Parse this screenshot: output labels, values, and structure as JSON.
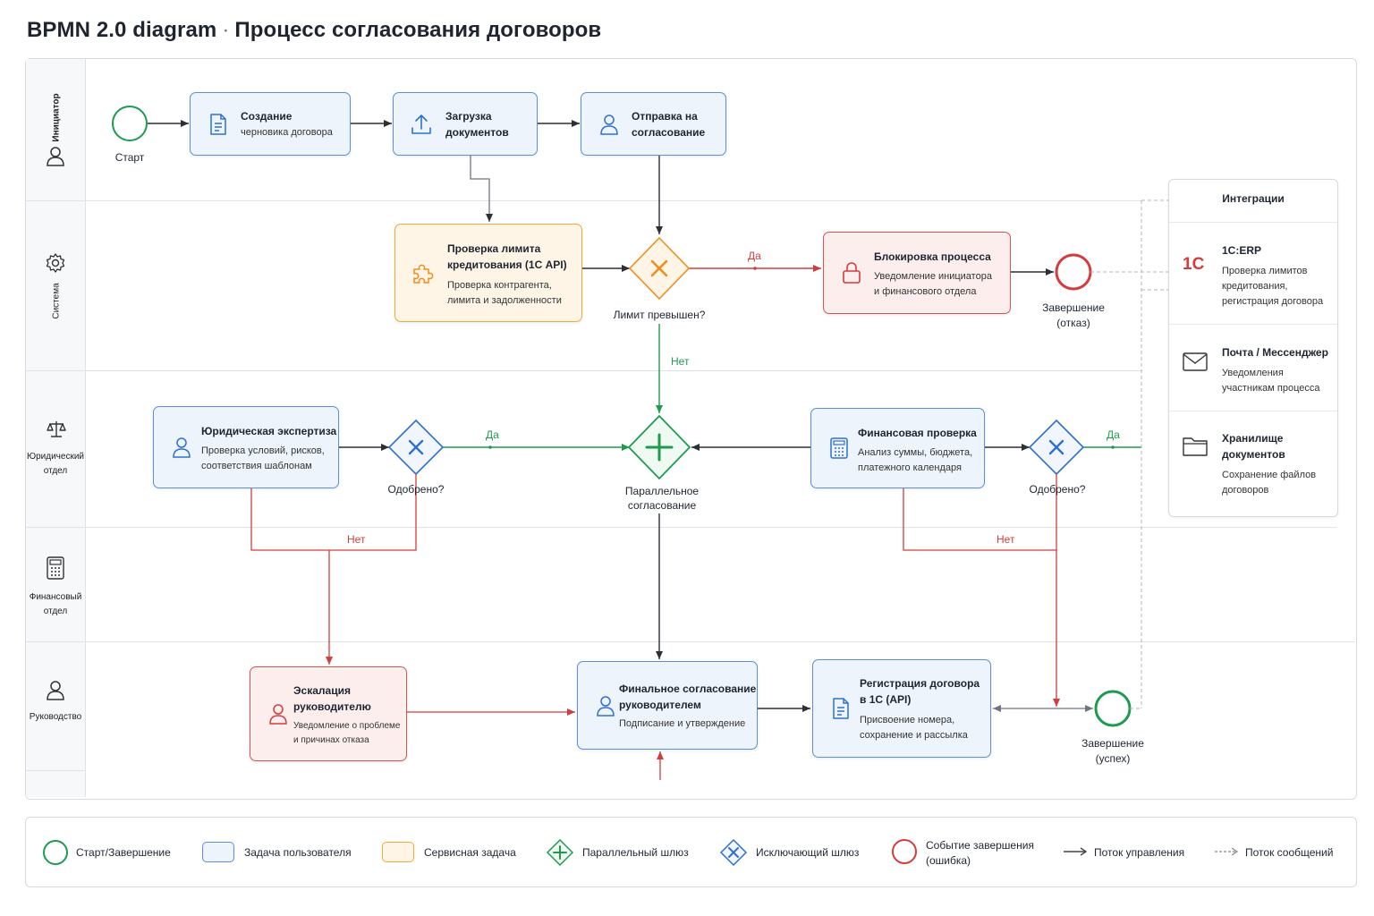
{
  "title": {
    "main": "BPMN 2.0 diagram",
    "separator": "·",
    "process": "Процесс согласования договоров"
  },
  "lanes": [
    {
      "id": "initiator",
      "label": "Инициатор",
      "icon": "user-icon"
    },
    {
      "id": "system",
      "label": "Система",
      "icon": "gear-icon"
    },
    {
      "id": "legal",
      "label": "Юридический отдел",
      "icon": "scales-icon"
    },
    {
      "id": "finance",
      "label": "Финансовый отдел",
      "icon": "calculator-icon"
    },
    {
      "id": "management",
      "label": "Руководство",
      "icon": "user-icon"
    }
  ],
  "events": {
    "start": "Старт",
    "end_reject_1": "Завершение",
    "end_reject_2": "(отказ)",
    "end_success_1": "Завершение",
    "end_success_2": "(успех)"
  },
  "tasks": {
    "create": {
      "title": "Создание",
      "sub": "черновика договора",
      "icon": "document-icon"
    },
    "upload": {
      "title1": "Загрузка",
      "title2": "документов",
      "icon": "upload-icon"
    },
    "send": {
      "title1": "Отправка на",
      "title2": "согласование",
      "icon": "user-icon"
    },
    "limit_check": {
      "title1": "Проверка лимита",
      "title2": "кредитования (1С API)",
      "sub1": "Проверка контрагента,",
      "sub2": "лимита и задолженности",
      "icon": "puzzle-icon"
    },
    "block": {
      "title": "Блокировка процесса",
      "sub1": "Уведомление инициатора",
      "sub2": "и финансового отдела",
      "icon": "lock-icon"
    },
    "legal_review": {
      "title": "Юридическая экспертиза",
      "sub1": "Проверка условий, рисков,",
      "sub2": "соответствия шаблонам",
      "icon": "user-icon"
    },
    "fin_check": {
      "title": "Финансовая проверка",
      "sub1": "Анализ суммы, бюджета,",
      "sub2": "платежного календаря",
      "icon": "calculator-icon"
    },
    "escalation": {
      "title1": "Эскалация",
      "title2": "руководителю",
      "sub1": "Уведомление о проблеме",
      "sub2": "и причинах отказа",
      "icon": "user-icon"
    },
    "final_approval": {
      "title1": "Финальное согласование",
      "title2": "руководителем",
      "sub": "Подписание и утверждение",
      "icon": "user-icon"
    },
    "register": {
      "title1": "Регистрация договора",
      "title2": "в 1С (API)",
      "sub1": "Присвоение номера,",
      "sub2": "сохранение и рассылка",
      "icon": "document-icon"
    }
  },
  "gateways": {
    "limit": "Лимит превышен?",
    "parallel_1": "Параллельное",
    "parallel_2": "согласование",
    "legal_approved": "Одобрено?",
    "fin_approved": "Одобрено?"
  },
  "flow_labels": {
    "limit_yes": "Да",
    "limit_no": "Нет",
    "legal_yes": "Да",
    "legal_no": "Нет",
    "fin_yes": "Да",
    "fin_no": "Нет"
  },
  "integrations": {
    "header": "Интеграции",
    "items": [
      {
        "name": "1С:ERP",
        "desc1": "Проверка лимитов",
        "desc2": "кредитования,",
        "desc3": "регистрация договора",
        "icon": "1c-logo-icon"
      },
      {
        "name": "Почта / Мессенджер",
        "desc1": "Уведомления",
        "desc2": "участникам процесса",
        "icon": "mail-icon"
      },
      {
        "name1": "Хранилище",
        "name2": "документов",
        "desc1": "Сохранение файлов",
        "desc2": "договоров",
        "icon": "folder-icon"
      }
    ],
    "logo_text": "1С"
  },
  "legend": [
    {
      "label": "Старт/Завершение",
      "icon": "start-end-event-icon"
    },
    {
      "label": "Задача пользователя",
      "icon": "user-task-icon"
    },
    {
      "label": "Сервисная задача",
      "icon": "service-task-icon"
    },
    {
      "label": "Параллельный шлюз",
      "icon": "parallel-gateway-icon"
    },
    {
      "label": "Исключающий шлюз",
      "icon": "exclusive-gateway-icon"
    },
    {
      "label1": "Событие завершения",
      "label2": "(ошибка)",
      "icon": "error-end-event-icon"
    },
    {
      "label": "Поток управления",
      "icon": "control-flow-icon"
    },
    {
      "label": "Поток сообщений",
      "icon": "message-flow-icon"
    }
  ],
  "colors": {
    "green": "#1e9b4f",
    "blue": "#2f6fd1",
    "orange": "#f08c1e",
    "red": "#d43c3c",
    "dark": "#2b2f36",
    "gray": "#8a9099"
  }
}
